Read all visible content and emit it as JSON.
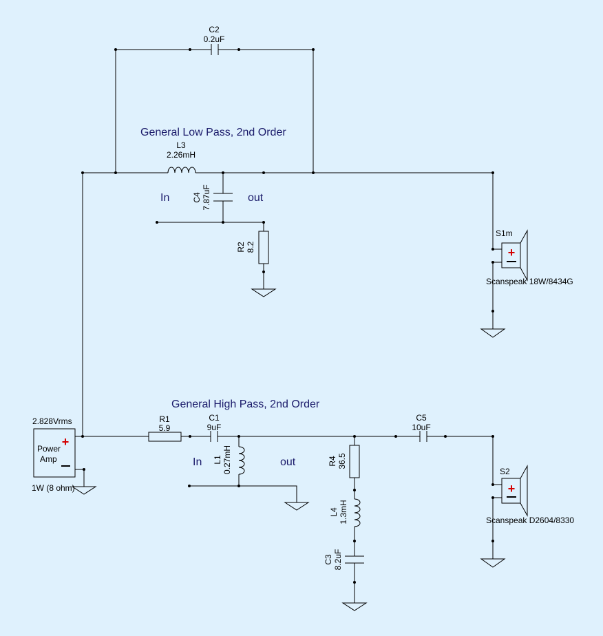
{
  "titles": {
    "low_pass": "General Low Pass, 2nd Order",
    "high_pass": "General High Pass, 2nd Order"
  },
  "io_labels": {
    "low_in": "In",
    "low_out": "out",
    "high_in": "In",
    "high_out": "out"
  },
  "components": {
    "c2": {
      "ref": "C2",
      "value": "0.2uF"
    },
    "l3": {
      "ref": "L3",
      "value": "2.26mH"
    },
    "c4": {
      "ref": "C4",
      "value": "7.87uF"
    },
    "r2": {
      "ref": "R2",
      "value": "8.2"
    },
    "r1": {
      "ref": "R1",
      "value": "5.9"
    },
    "c1": {
      "ref": "C1",
      "value": "9uF"
    },
    "l1": {
      "ref": "L1",
      "value": "0.27mH"
    },
    "r4": {
      "ref": "R4",
      "value": "36.5"
    },
    "l4": {
      "ref": "L4",
      "value": "1.3mH"
    },
    "c3": {
      "ref": "C3",
      "value": "8.2uF"
    },
    "c5": {
      "ref": "C5",
      "value": "10uF"
    }
  },
  "speakers": {
    "s1m": {
      "ref": "S1m",
      "model": "Scanspeak 18W/8434G"
    },
    "s2": {
      "ref": "S2",
      "model": "Scanspeak D2604/8330"
    }
  },
  "amp": {
    "voltage": "2.828Vrms",
    "line1": "Power",
    "line2": "Amp",
    "power": "1W (8 ohm)",
    "plus": "+",
    "minus": "−"
  },
  "colors": {
    "background": "#dff1fd",
    "wire": "#000000",
    "title": "#1a1a6a",
    "polarity": "#d40000"
  }
}
